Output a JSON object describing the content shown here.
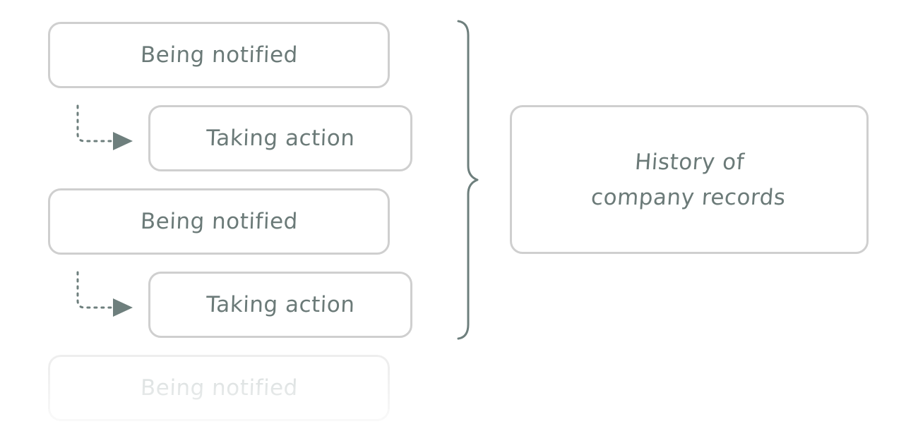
{
  "steps": [
    {
      "label": "Being notified"
    },
    {
      "label": "Taking action"
    },
    {
      "label": "Being notified"
    },
    {
      "label": "Taking action"
    },
    {
      "label": "Being notified"
    }
  ],
  "summary": {
    "line1": "History of",
    "line2": "company records"
  },
  "colors": {
    "text": "#6b7a78",
    "box_border": "#cfcfcf",
    "connector": "#6e7f7d"
  }
}
